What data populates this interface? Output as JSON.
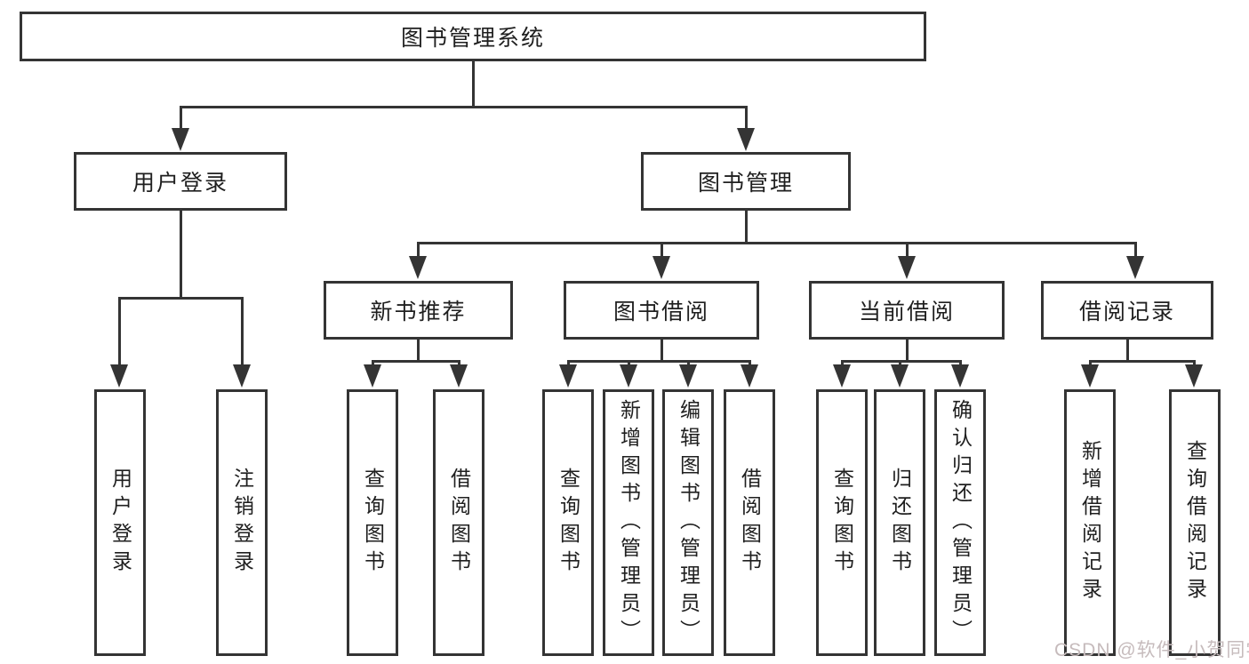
{
  "diagram_type": "hierarchy-tree",
  "tree": {
    "label": "图书管理系统",
    "children": [
      {
        "label": "用户登录",
        "children": [
          {
            "label": "用户登录"
          },
          {
            "label": "注销登录"
          }
        ]
      },
      {
        "label": "图书管理",
        "children": [
          {
            "label": "新书推荐",
            "children": [
              {
                "label": "查询图书"
              },
              {
                "label": "借阅图书"
              }
            ]
          },
          {
            "label": "图书借阅",
            "children": [
              {
                "label": "查询图书"
              },
              {
                "label": "新增图书（管理员）"
              },
              {
                "label": "编辑图书（管理员）"
              },
              {
                "label": "借阅图书"
              }
            ]
          },
          {
            "label": "当前借阅",
            "children": [
              {
                "label": "查询图书"
              },
              {
                "label": "归还图书"
              },
              {
                "label": "确认归还（管理员）"
              }
            ]
          },
          {
            "label": "借阅记录",
            "children": [
              {
                "label": "新增借阅记录"
              },
              {
                "label": "查询借阅记录"
              }
            ]
          }
        ]
      }
    ]
  },
  "watermark": {
    "text": "CSDN @软件_小贺同学"
  },
  "colors": {
    "line": "#343434",
    "text": "#1f1f1f",
    "background": "#ffffff",
    "watermark": "#c6bbbc"
  }
}
